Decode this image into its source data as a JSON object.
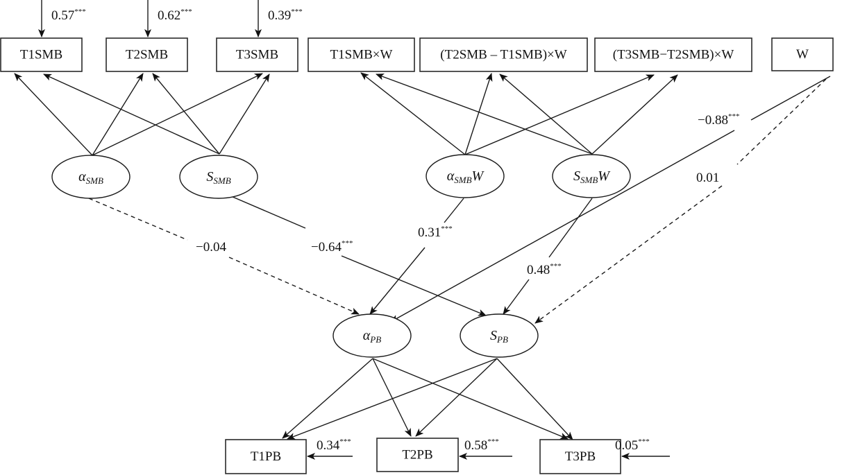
{
  "diagram": {
    "type": "structural-equation-model",
    "observed_top": [
      {
        "id": "T1SMB",
        "label": "T1SMB",
        "loading": "0.57",
        "sig": "***"
      },
      {
        "id": "T2SMB",
        "label": "T2SMB",
        "loading": "0.62",
        "sig": "***"
      },
      {
        "id": "T3SMB",
        "label": "T3SMB",
        "loading": "0.39",
        "sig": "***"
      },
      {
        "id": "T1SMBxW",
        "label": "T1SMB×W"
      },
      {
        "id": "T2mT1xW",
        "label": "(T2SMB – T1SMB)×W"
      },
      {
        "id": "T3mT2xW",
        "label": "(T3SMB−T2SMB)×W"
      },
      {
        "id": "W",
        "label": "W"
      }
    ],
    "latent_top": [
      {
        "id": "aSMB",
        "main": "α",
        "sub": "SMB",
        "suffix": ""
      },
      {
        "id": "sSMB",
        "main": "S",
        "sub": "SMB",
        "suffix": ""
      },
      {
        "id": "aSMBW",
        "main": "α",
        "sub": "SMB",
        "suffix": "W"
      },
      {
        "id": "sSMBW",
        "main": "S",
        "sub": "SMB",
        "suffix": "W"
      }
    ],
    "latent_bottom": [
      {
        "id": "aPB",
        "main": "α",
        "sub": "PB"
      },
      {
        "id": "sPB",
        "main": "S",
        "sub": "PB"
      }
    ],
    "observed_bottom": [
      {
        "id": "T1PB",
        "label": "T1PB",
        "coef": "0.34",
        "sig": "***"
      },
      {
        "id": "T2PB",
        "label": "T2PB",
        "coef": "0.58",
        "sig": "***"
      },
      {
        "id": "T3PB",
        "label": "T3PB",
        "coef": "0.05",
        "sig": "***"
      }
    ],
    "paths": [
      {
        "from": "aSMB",
        "to": "aPB",
        "coef": "−0.04",
        "sig": "",
        "style": "dashed"
      },
      {
        "from": "sSMB",
        "to": "sPB",
        "coef": "−0.64",
        "sig": "***",
        "style": "solid"
      },
      {
        "from": "aSMBW",
        "to": "aPB",
        "coef": "0.31",
        "sig": "***",
        "style": "solid"
      },
      {
        "from": "sSMBW",
        "to": "sPB",
        "coef": "0.48",
        "sig": "***",
        "style": "solid"
      },
      {
        "from": "W",
        "to": "aPB",
        "coef": "−0.88",
        "sig": "***",
        "style": "solid"
      },
      {
        "from": "W",
        "to": "sPB",
        "coef": "0.01",
        "sig": "",
        "style": "dashed"
      }
    ]
  }
}
